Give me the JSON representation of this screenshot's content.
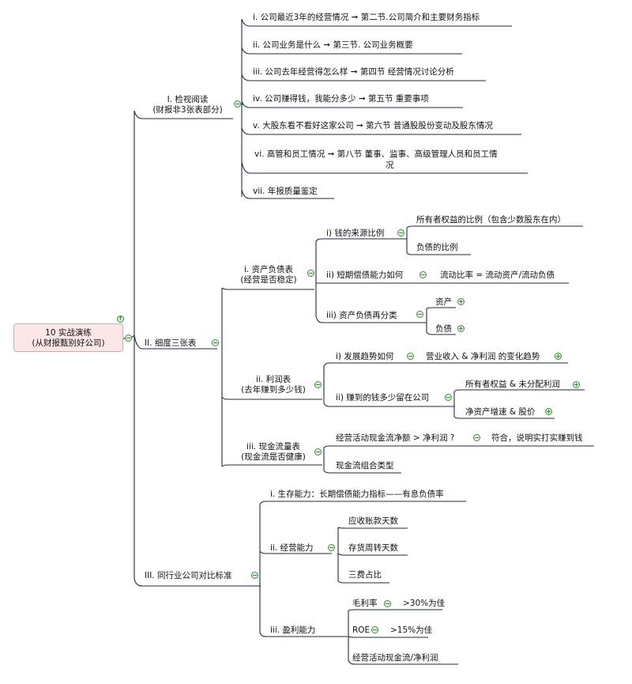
{
  "root": {
    "line1": "10 实战演练",
    "line2": "(从财报甄别好公司)"
  },
  "b1": {
    "label1": "I. 检视阅读",
    "label2": "(财报非3张表部分)",
    "items": [
      "i. 公司最近3年的经营情况 ➞ 第二节.公司简介和主要财务指标",
      "ii. 公司业务是什么 ➞ 第三节. 公司业务概要",
      "iii. 公司去年经营得怎么样 ➞ 第四节 经营情况讨论分析",
      "iv. 公司赚得钱，我能分多少 ➞ 第五节 重要事项",
      "v. 大股东看不看好这家公司 ➞ 第六节 普通股股份变动及股东情况",
      "vi. 高管和员工情况 ➞ 第八节 董事、监事、高级管理人员和员工情",
      "况",
      "vii. 年报质量鉴定"
    ]
  },
  "b2": {
    "label": "II. 细度三张表",
    "bs": {
      "label1": "i. 资产负债表",
      "label2": "(经营是否稳定)",
      "s1": "i) 钱的来源比例",
      "s1a": "所有者权益的比例（包含少数股东在内）",
      "s1b": "负债的比例",
      "s2": "ii) 短期偿债能力如何",
      "s2a": "流动比率 = 流动资产/流动负债",
      "s3": "iii) 资产负债再分类",
      "s3a": "资产",
      "s3b": "负债"
    },
    "is": {
      "label1": "ii. 利润表",
      "label2": "(去年赚到多少钱)",
      "s1": "i) 发展趋势如何",
      "s1a": "营业收入 & 净利润 的变化趋势",
      "s2": "ii) 赚到的钱多少留在公司",
      "s2a": "所有者权益 & 未分配利润",
      "s2b": "净资产增速 & 股价"
    },
    "cf": {
      "label1": "iii. 现金流量表",
      "label2": "(现金流是否健康)",
      "s1": "经营活动现金流净额 > 净利润 ?",
      "s1a": "符合，说明实打实赚到钱",
      "s2": "现金流组合类型"
    }
  },
  "b3": {
    "label": "III. 同行业公司对比标准",
    "s1": "i. 生存能力：长期偿债能力指标——有息负债率",
    "s2": "ii. 经营能力",
    "s2a": "应收账款天数",
    "s2b": "存货周转天数",
    "s2c": "三费占比",
    "s3": "iii. 盈利能力",
    "s3a": "毛利率",
    "s3a1": ">30%为佳",
    "s3b": "ROE",
    "s3b1": ">15%为佳",
    "s3c": "经营活动现金流/净利润"
  },
  "colors": {
    "line": "#1f2a44",
    "root_bg": "#fbe7e5",
    "marker": "#3a8f3a"
  }
}
